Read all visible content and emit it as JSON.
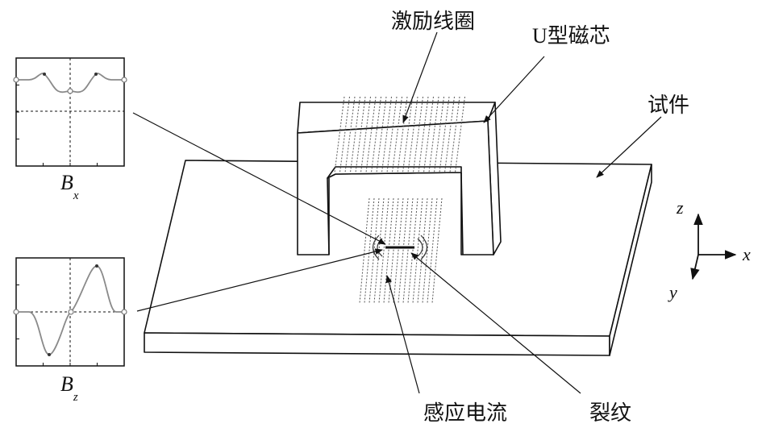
{
  "labels": {
    "coil": "激励线圈",
    "core": "U型磁芯",
    "specimen": "试件",
    "induced_current": "感应电流",
    "crack": "裂纹"
  },
  "axes": {
    "z": "z",
    "x": "x",
    "y": "y"
  },
  "plot_bx": {
    "symbol": "B",
    "subscript": "x"
  },
  "plot_bz": {
    "symbol": "B",
    "subscript": "z"
  },
  "colors": {
    "line": "#111111",
    "signal": "#8a8a8a",
    "marker": "#333333"
  }
}
